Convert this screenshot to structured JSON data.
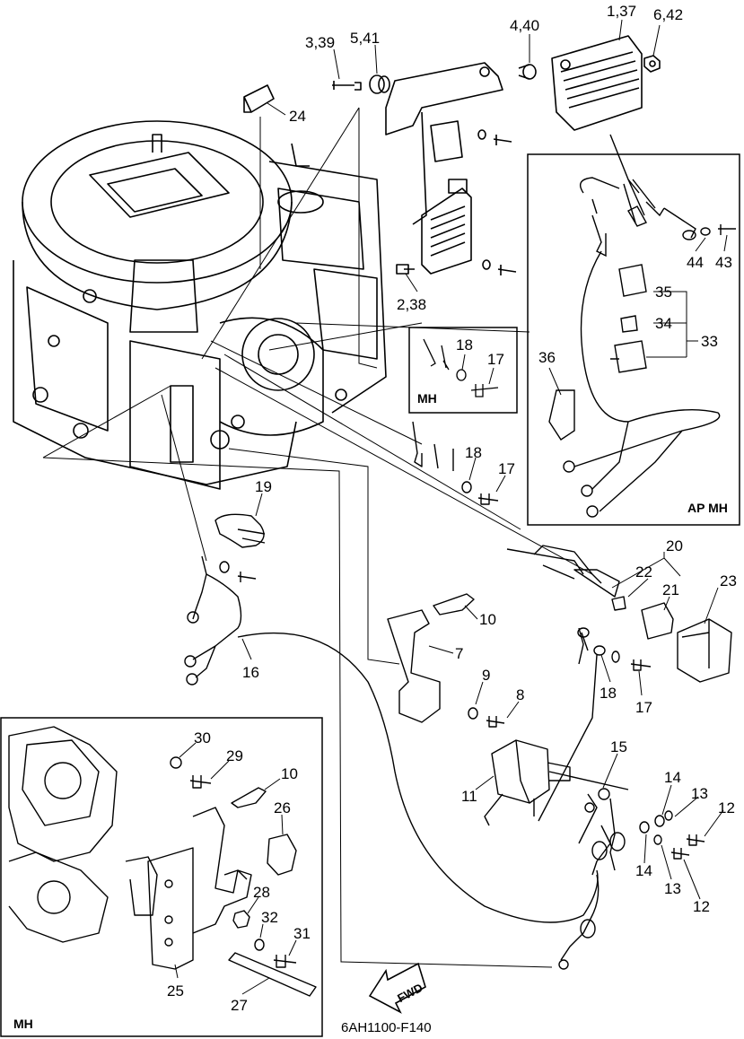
{
  "diagram": {
    "code": "6AH1100-F140",
    "fwd_label": "FWD",
    "box_labels": {
      "mh_inset_small": "MH",
      "ap_mh_inset": "AP MH",
      "mh_inset_bottom": "MH"
    },
    "callouts": {
      "c1_37": "1,37",
      "c6_42": "6,42",
      "c4_40": "4,40",
      "c5_41": "5,41",
      "c3_39": "3,39",
      "c24": "24",
      "c2_38": "2,38",
      "c44": "44",
      "c43": "43",
      "c35": "35",
      "c34": "34",
      "c33": "33",
      "c36": "36",
      "c18a": "18",
      "c17a": "17",
      "c18b": "18",
      "c17b": "17",
      "c19": "19",
      "c20": "20",
      "c22": "22",
      "c21": "21",
      "c23": "23",
      "c10a": "10",
      "c7": "7",
      "c9": "9",
      "c8": "8",
      "c18c": "18",
      "c17c": "17",
      "c16": "16",
      "c15": "15",
      "c11": "11",
      "c14a": "14",
      "c13a": "13",
      "c12a": "12",
      "c14b": "14",
      "c13b": "13",
      "c12b": "12",
      "c30": "30",
      "c29": "29",
      "c10b": "10",
      "c26": "26",
      "c28": "28",
      "c32": "32",
      "c31": "31",
      "c25": "25",
      "c27": "27"
    }
  }
}
